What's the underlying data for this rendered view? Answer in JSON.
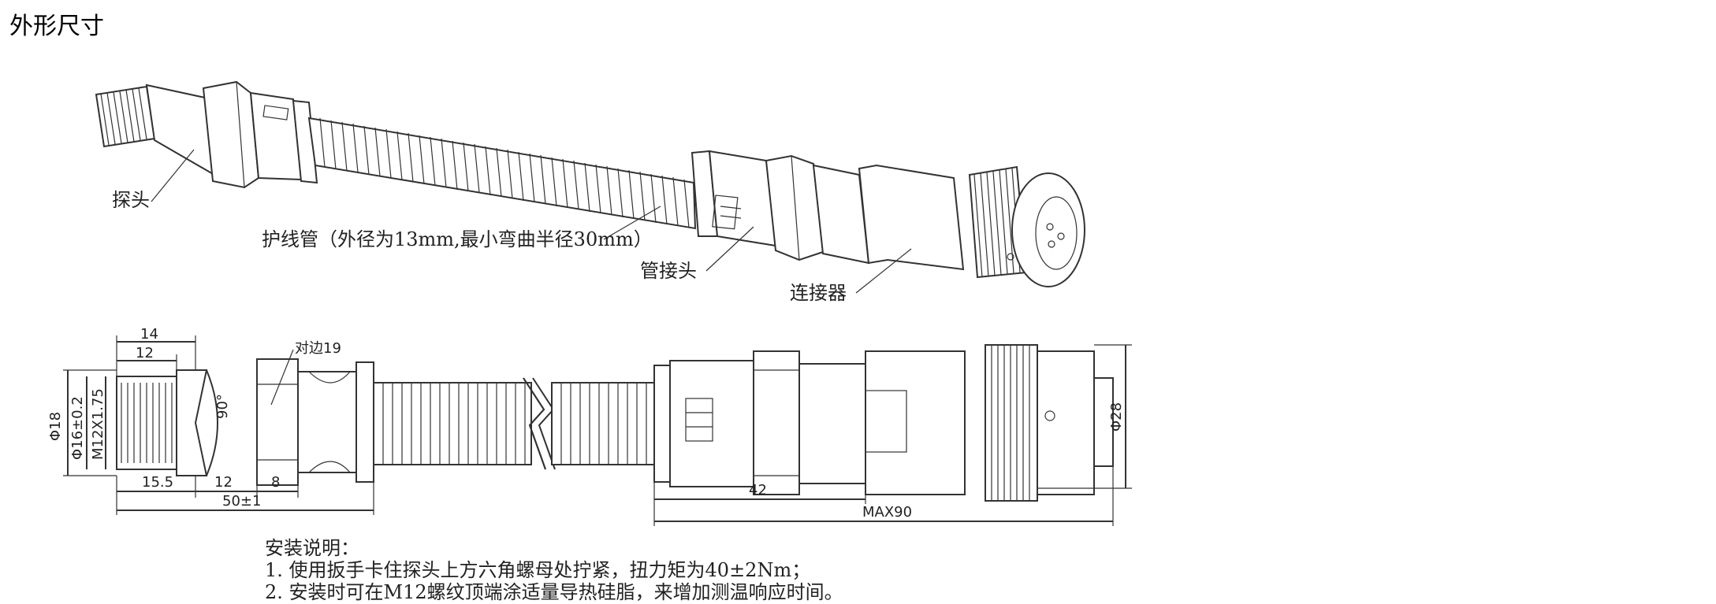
{
  "title": "外形尺寸",
  "labels": {
    "probe": "探头",
    "hose": "护线管（外径为13mm,最小弯曲半径30mm）",
    "fitting": "管接头",
    "connector": "连接器",
    "hex": "对边19"
  },
  "dimensions": {
    "d14": "14",
    "d12_top": "12",
    "d18": "Φ18",
    "d16": "Φ16±0.2",
    "m12": "M12X1.75",
    "angle": "90°",
    "d15_5": "15.5",
    "d12_bottom": "12",
    "d8": "8",
    "d50": "50±1",
    "d42": "42",
    "max90": "MAX90",
    "d28": "Φ28"
  },
  "notes": {
    "heading": "安装说明：",
    "line1": "1. 使用扳手卡住探头上方六角螺母处拧紧，扭力矩为40±2Nm；",
    "line2": "2. 安装时可在M12螺纹顶端涂适量导热硅脂，来增加测温响应时间。"
  }
}
